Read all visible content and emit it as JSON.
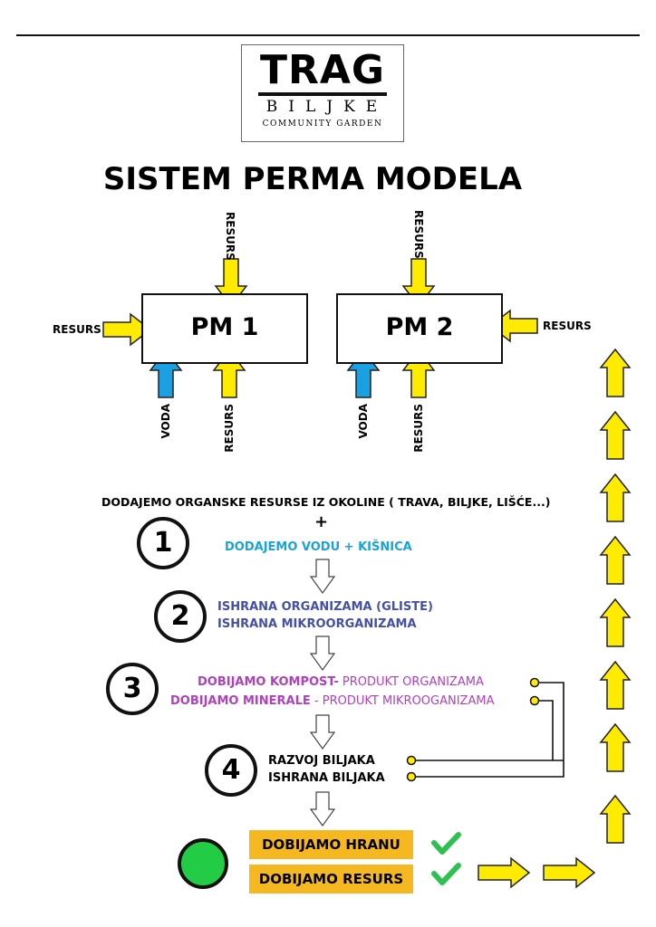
{
  "logo": {
    "main": "TRAG",
    "sub": "BILJKE",
    "tagline": "COMMUNITY GARDEN"
  },
  "title": "SISTEM PERMA MODELA",
  "models": [
    {
      "label": "PM 1",
      "inputs": {
        "top": "RESURS",
        "side": "RESURS",
        "water": "VODA",
        "bottom": "RESURS"
      }
    },
    {
      "label": "PM 2",
      "inputs": {
        "top": "RESURS",
        "side": "RESURS",
        "water": "VODA",
        "bottom": "RESURS"
      }
    }
  ],
  "steps": {
    "s1": {
      "number": "1",
      "line1": "DODAJEMO ORGANSKE RESURSE IZ OKOLINE ( TRAVA, BILJKE, LIŠĆE...)",
      "plus": "+",
      "line2": "DODAJEMO VODU + KIŠNICA"
    },
    "s2": {
      "number": "2",
      "line1": "ISHRANA ORGANIZAMA (GLISTE)",
      "line2": "ISHRANA MIKROORGANIZAMA"
    },
    "s3": {
      "number": "3",
      "line1_bold": "DOBIJAMO KOMPOST-",
      "line1_rest": " PRODUKT ORGANIZAMA",
      "line2_bold": "DOBIJAMO MINERALE",
      "line2_rest": " - PRODUKT MIKROOGANIZAMA"
    },
    "s4": {
      "number": "4",
      "line1": "RAZVOJ BILJAKA",
      "line2": "ISHRANA BILJAKA"
    }
  },
  "outcomes": {
    "food": "DOBIJAMO HRANU",
    "resource": "DOBIJAMO RESURS"
  },
  "colors": {
    "yellow": "#ffeb00",
    "blue": "#1ba1e2",
    "teal": "#1aa3d9",
    "indigo": "#4350a8",
    "purple": "#b040c0",
    "green": "#22cc44",
    "badge": "#f5b820",
    "check": "#2ec050"
  }
}
